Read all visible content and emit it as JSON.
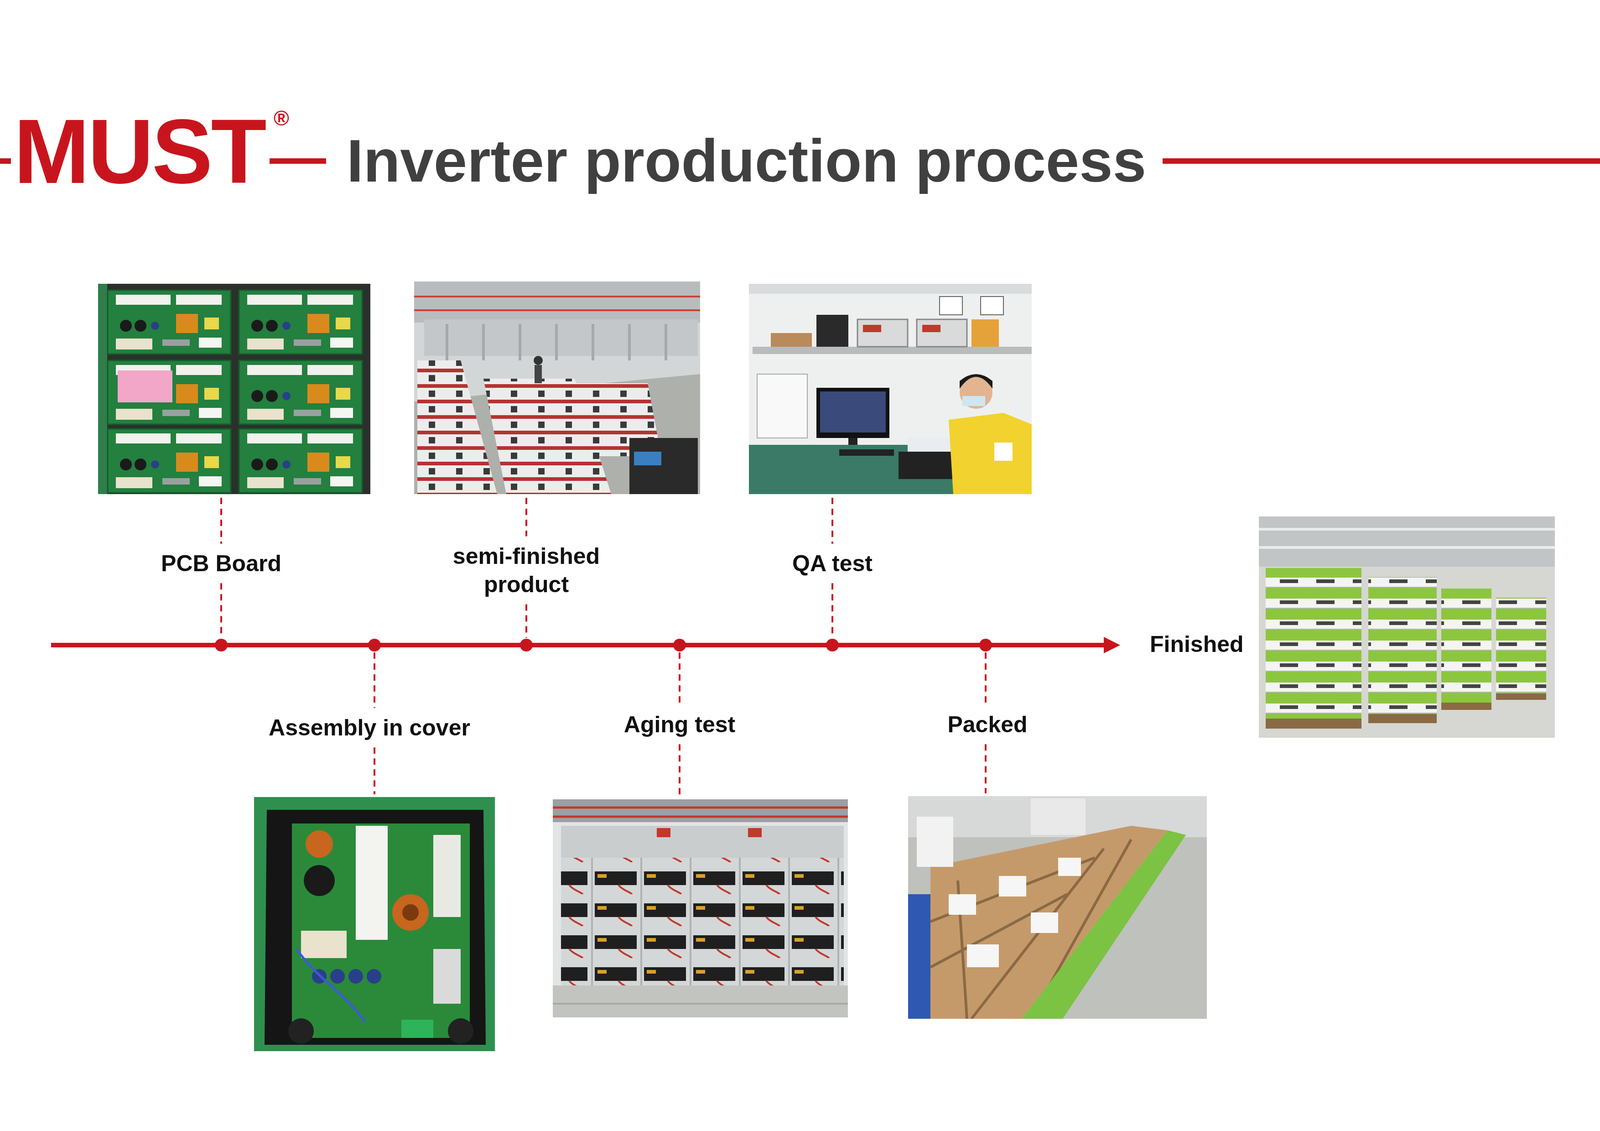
{
  "diagram": {
    "title": "Inverter production process",
    "labels": [
      "MUST",
      "®",
      "PCB Board",
      "semi-finished product",
      "QA test",
      "Assembly in cover",
      "Aging test",
      "Packed",
      "Finished"
    ]
  }
}
